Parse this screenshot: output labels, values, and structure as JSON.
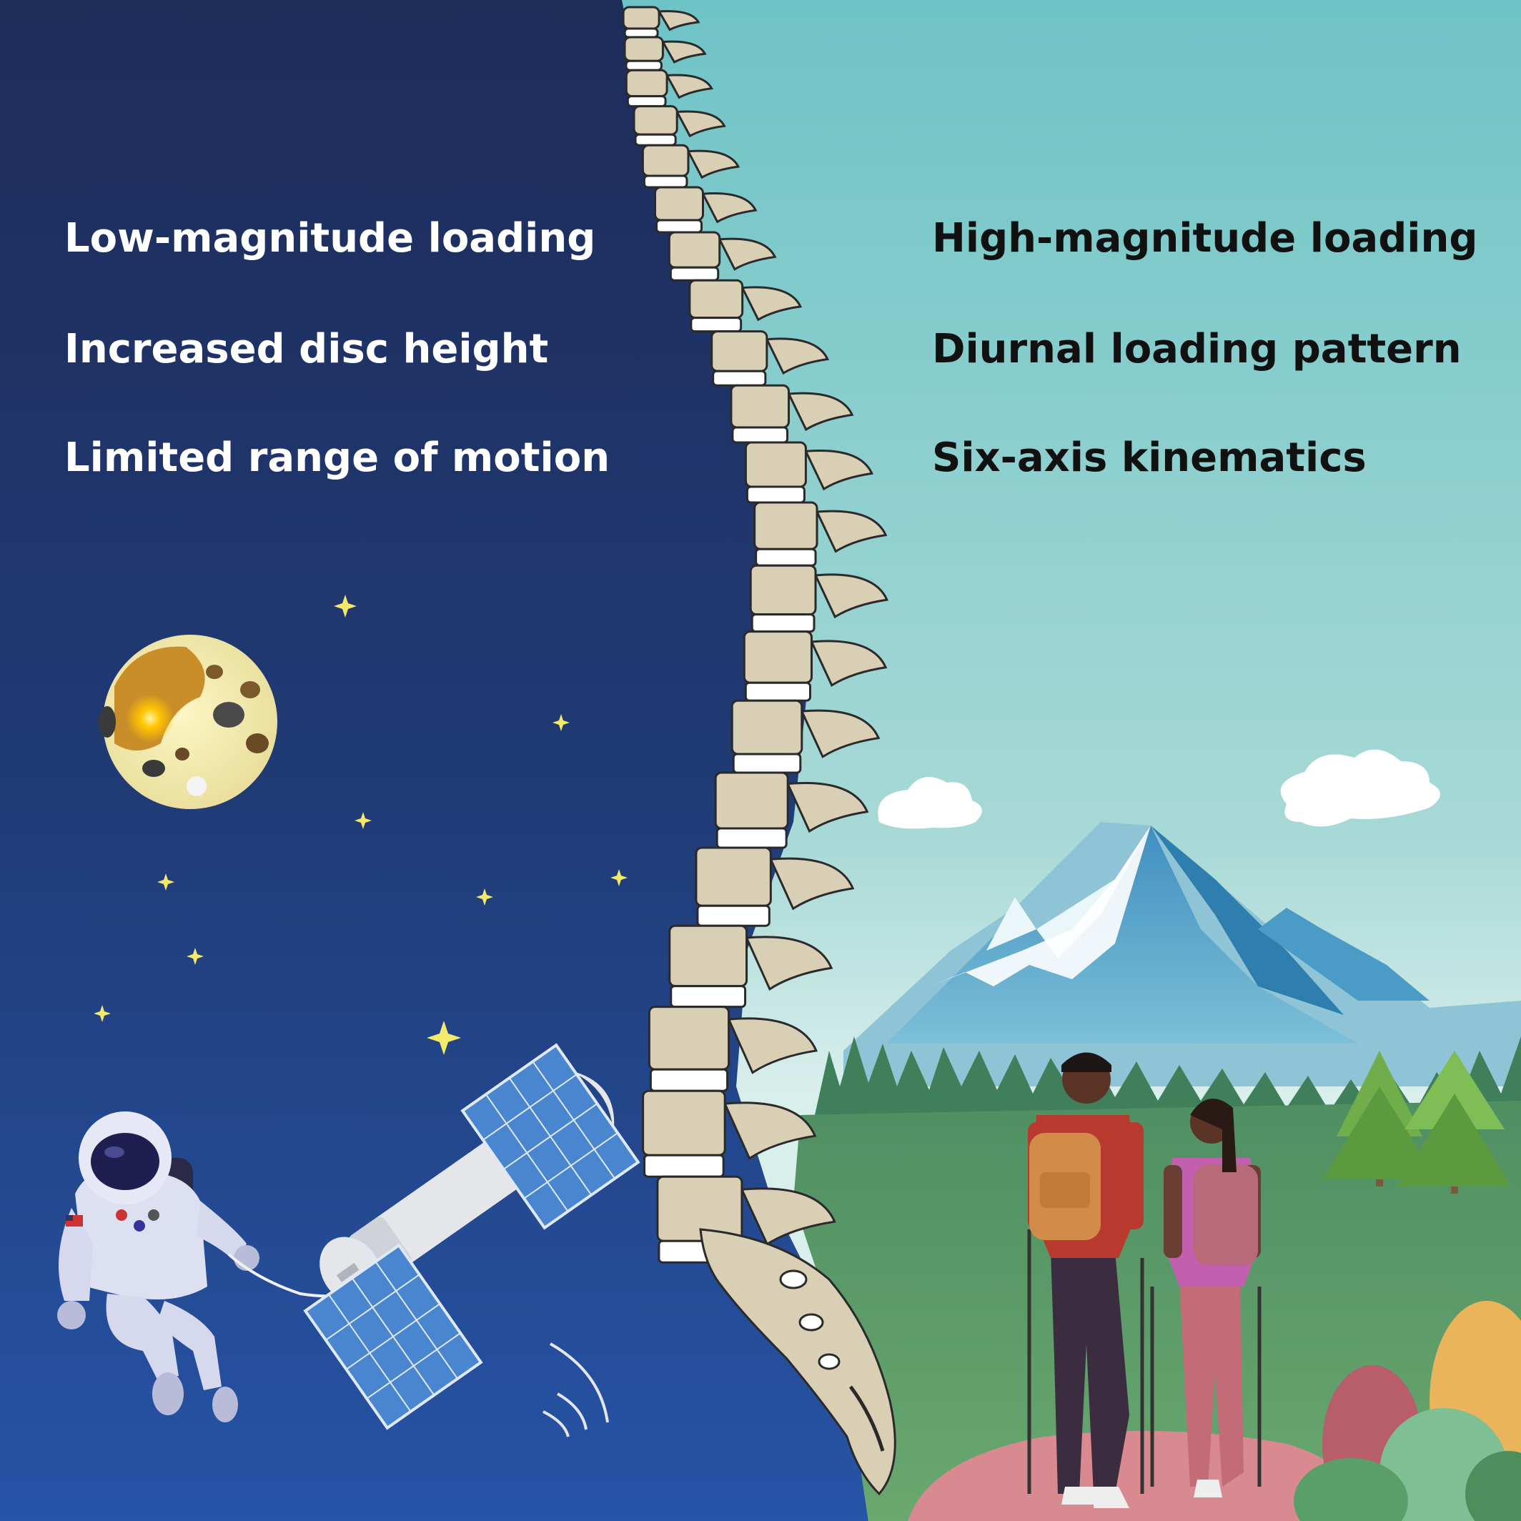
{
  "left_panel": {
    "theme": "space",
    "background_colors": [
      "#1e2c5a",
      "#2654a6"
    ],
    "labels": [
      "Low-magnitude loading",
      "Increased disc height",
      "Limited range of motion"
    ]
  },
  "right_panel": {
    "theme": "earth",
    "background_colors": [
      "#6ec3c6",
      "#d9efec"
    ],
    "labels": [
      "High-magnitude loading",
      "Diurnal loading pattern",
      "Six-axis kinematics"
    ]
  },
  "illustrations": {
    "left": [
      "moon",
      "stars",
      "astronaut",
      "satellite"
    ],
    "center": [
      "spine"
    ],
    "right": [
      "clouds",
      "mountains",
      "forest",
      "hikers",
      "trees",
      "bushes"
    ]
  },
  "colors": {
    "bone": "#d9cfb5",
    "disc": "#ffffff",
    "star": "#f5e96a",
    "label_left": "#ffffff",
    "label_right": "#111111"
  }
}
